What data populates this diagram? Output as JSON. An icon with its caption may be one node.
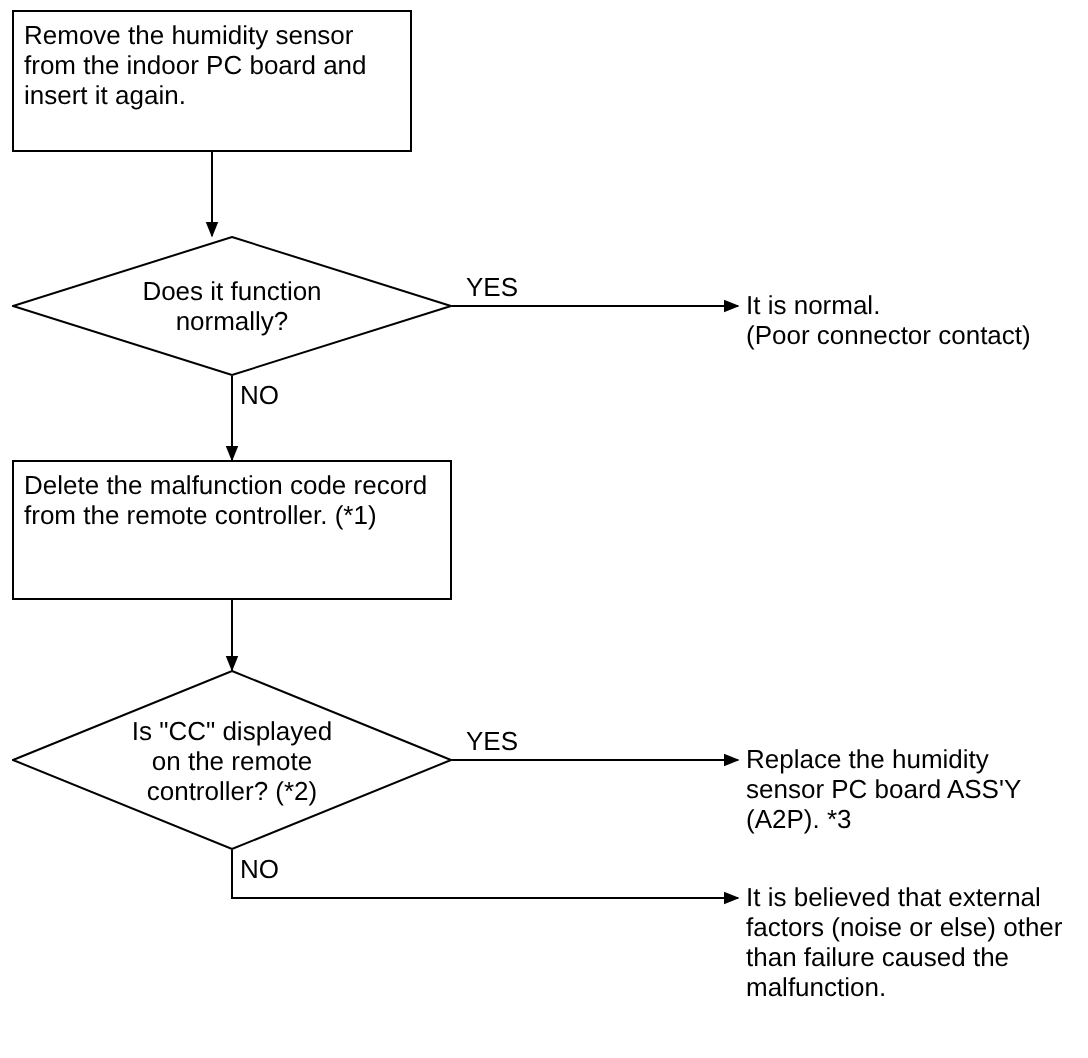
{
  "diagram": {
    "nodes": [
      {
        "text": [
          "Remove the humidity sensor from the indoor PC board and insert it again."
        ]
      },
      {
        "text": [
          "Does it function normally?"
        ]
      },
      {
        "text": [
          "It is normal.",
          "(Poor connector contact)"
        ]
      },
      {
        "text": [
          "Delete the malfunction code record from the remote controller. (*1)"
        ]
      },
      {
        "text": [
          "Is \"CC\" displayed on the remote controller? (*2)"
        ]
      },
      {
        "text": [
          "Replace the humidity sensor PC board ASS'Y (A2P). *3"
        ]
      },
      {
        "text": [
          "It is believed that external factors (noise or else) other than failure caused the malfunction."
        ]
      }
    ],
    "edges": [
      {
        "from": 0,
        "to": 1,
        "arrow": "to"
      },
      {
        "from": 1,
        "to": 2,
        "arrow": "to",
        "label": "YES"
      },
      {
        "from": 1,
        "to": 3,
        "arrow": "to",
        "label": "NO"
      },
      {
        "from": 3,
        "to": 4,
        "arrow": "to"
      },
      {
        "from": 4,
        "to": 5,
        "arrow": "to",
        "label": "YES"
      },
      {
        "from": 4,
        "to": 6,
        "arrow": "to",
        "label": "NO"
      }
    ]
  }
}
